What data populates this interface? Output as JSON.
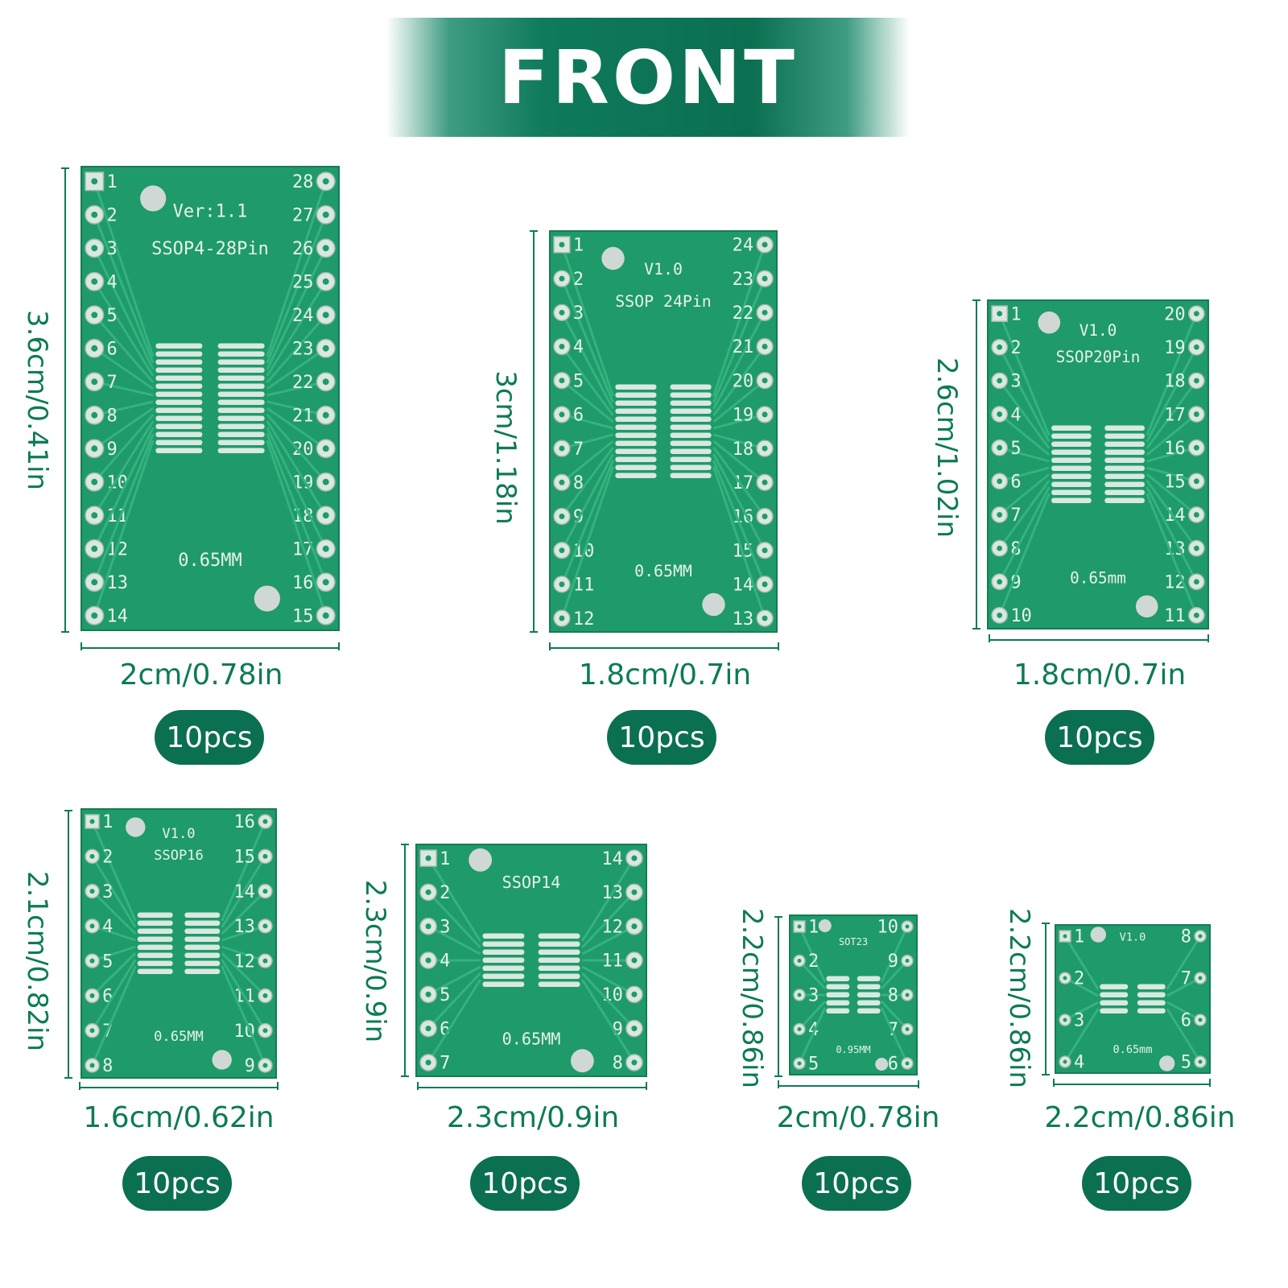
{
  "banner": {
    "title": "FRONT"
  },
  "colors": {
    "board": "#1f9a6a",
    "accent": "#0b6f52",
    "pad": "#d9e8e0"
  },
  "boards": [
    {
      "id": "ssop28",
      "name": "SSOP4-28Pin",
      "silk_top": "Ver:1.1",
      "silk_bottom": "0.65MM",
      "pins_per_side": 14,
      "height_label": "3.6cm/0.41in",
      "width_label": "2cm/0.78in",
      "quantity": "10pcs"
    },
    {
      "id": "ssop24",
      "name": "SSOP 24Pin",
      "silk_top": "V1.0",
      "silk_bottom": "0.65MM",
      "pins_per_side": 12,
      "height_label": "3cm/1.18in",
      "width_label": "1.8cm/0.7in",
      "quantity": "10pcs"
    },
    {
      "id": "ssop20",
      "name": "SSOP20Pin",
      "silk_top": "V1.0",
      "silk_bottom": "0.65mm",
      "pins_per_side": 10,
      "height_label": "2.6cm/1.02in",
      "width_label": "1.8cm/0.7in",
      "quantity": "10pcs"
    },
    {
      "id": "ssop16",
      "name": "SSOP16",
      "silk_top": "V1.0",
      "silk_bottom": "0.65MM",
      "pins_per_side": 8,
      "height_label": "2.1cm/0.82in",
      "width_label": "1.6cm/0.62in",
      "quantity": "10pcs"
    },
    {
      "id": "ssop14",
      "name": "SSOP14",
      "silk_top": "",
      "silk_bottom": "0.65MM",
      "pins_per_side": 7,
      "height_label": "2.3cm/0.9in",
      "width_label": "2.3cm/0.9in",
      "quantity": "10pcs"
    },
    {
      "id": "sot23",
      "name": "SOT23",
      "silk_top": "",
      "silk_bottom": "0.95MM",
      "pins_per_side": 5,
      "height_label": "2.2cm/0.86in",
      "width_label": "2cm/0.78in",
      "quantity": "10pcs"
    },
    {
      "id": "ssop8",
      "name": "",
      "silk_top": "V1.0",
      "silk_bottom": "0.65mm",
      "pins_per_side": 4,
      "height_label": "2.2cm/0.86in",
      "width_label": "2.2cm/0.86in",
      "quantity": "10pcs"
    }
  ]
}
